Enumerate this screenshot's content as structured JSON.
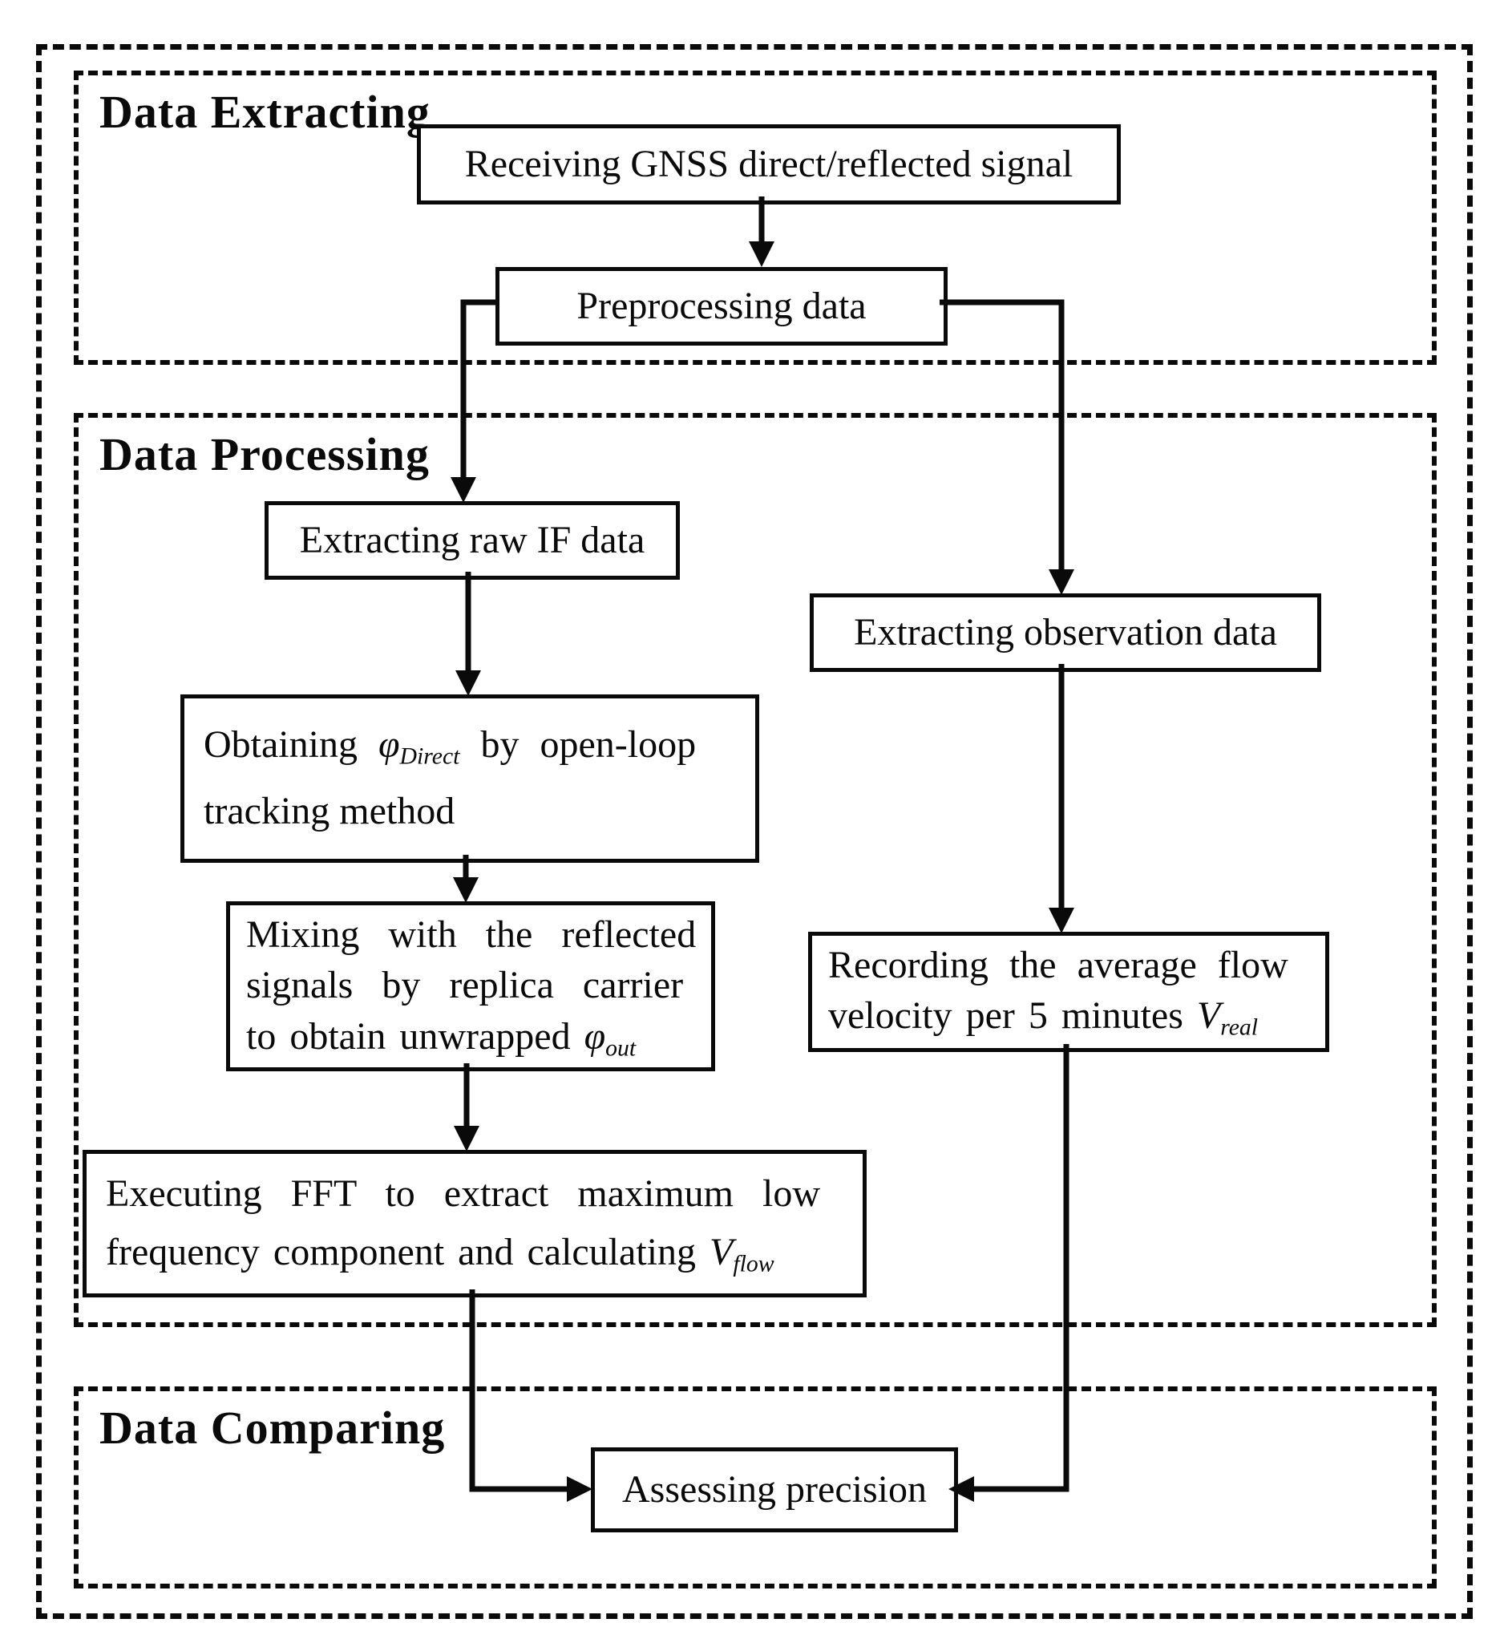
{
  "colors": {
    "ink": "#0a0a0a",
    "background": "#ffffff"
  },
  "sections": {
    "extracting": {
      "label": "Data Extracting"
    },
    "processing": {
      "label": "Data Processing"
    },
    "comparing": {
      "label": "Data Comparing"
    }
  },
  "boxes": {
    "receiving": {
      "text": "Receiving GNSS direct/reflected signal"
    },
    "preprocessing": {
      "text": "Preprocessing data"
    },
    "extract_if": {
      "text": "Extracting raw IF data"
    },
    "obtaining": {
      "line1_pre": "Obtaining ",
      "phi": "φ",
      "phi_sub": "Direct",
      "line1_post": " by open-loop",
      "line2": "tracking method"
    },
    "mixing": {
      "line1": "Mixing with the reflected",
      "line2": "signals by replica carrier",
      "line3_pre": "to obtain unwrapped ",
      "phi": "φ",
      "phi_sub": "out"
    },
    "fft": {
      "line1": "Executing FFT to extract maximum low",
      "line2_pre": "frequency component and calculating ",
      "v": "V",
      "v_sub": "flow"
    },
    "extract_obs": {
      "text": "Extracting observation data"
    },
    "recording": {
      "line1": "Recording the average flow",
      "line2_pre": "velocity per 5 minutes ",
      "v": "V",
      "v_sub": "real"
    },
    "assessing": {
      "text": "Assessing precision"
    }
  }
}
